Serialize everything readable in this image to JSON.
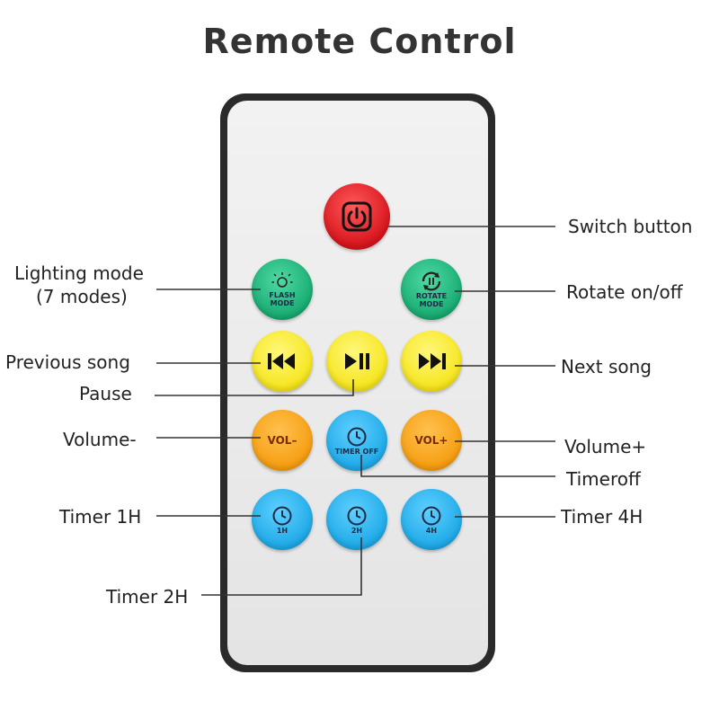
{
  "title": "Remote Control",
  "buttons": {
    "flash": {
      "line1": "FLASH",
      "line2": "MODE"
    },
    "rotate": {
      "line1": "ROTATE",
      "line2": "MODE"
    },
    "vol_down": "VOL–",
    "vol_up": "VOL+",
    "timer_off": "TIMER OFF",
    "timer_1h": "1H",
    "timer_2h": "2H",
    "timer_4h": "4H"
  },
  "callouts": {
    "switch": "Switch button",
    "lighting_1": "Lighting mode",
    "lighting_2": "(7 modes)",
    "rotate": "Rotate on/off",
    "previous": "Previous song",
    "next": "Next song",
    "pause": "Pause",
    "volume_down": "Volume-",
    "volume_up": "Volume+",
    "timeroff": "Timeroff",
    "timer1h": "Timer 1H",
    "timer4h": "Timer 4H",
    "timer2h": "Timer 2H"
  },
  "colors": {
    "power": "#d7141c",
    "mode": "#14a86e",
    "playback": "#f5e416",
    "volume": "#f59b0c",
    "timer": "#1aa7e6"
  },
  "icons": {
    "power": "power-icon",
    "flash": "sun-icon",
    "rotate": "rotate-icon",
    "previous": "previous-track-icon",
    "play_pause": "play-pause-icon",
    "next": "next-track-icon",
    "clock": "clock-icon"
  }
}
